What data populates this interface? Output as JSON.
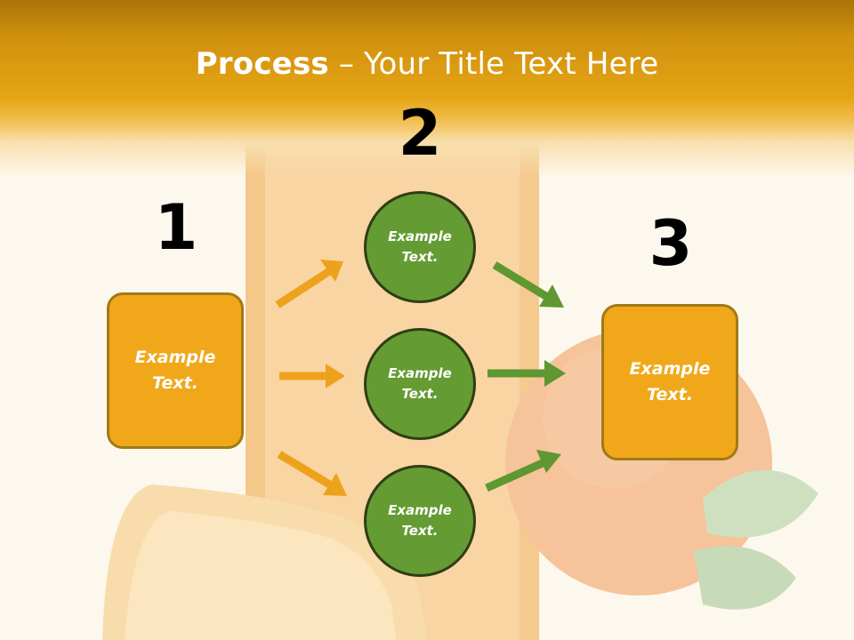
{
  "slide": {
    "title_bold": "Process",
    "title_rest": " – Your Title Text Here",
    "step1_number": "1",
    "step2_number": "2",
    "step3_number": "3",
    "left_box_text": "Example\nText.",
    "circles": [
      "Example\nText.",
      "Example\nText.",
      "Example\nText."
    ],
    "right_box_text": "Example\nText."
  },
  "colors": {
    "header": "#e6a515",
    "box_fill": "#f0a81a",
    "box_border": "#a07a16",
    "circle_fill": "#659b33",
    "circle_border": "#2f3e14",
    "orange_arrow": "#eea21c",
    "green_arrow": "#5f9731"
  }
}
